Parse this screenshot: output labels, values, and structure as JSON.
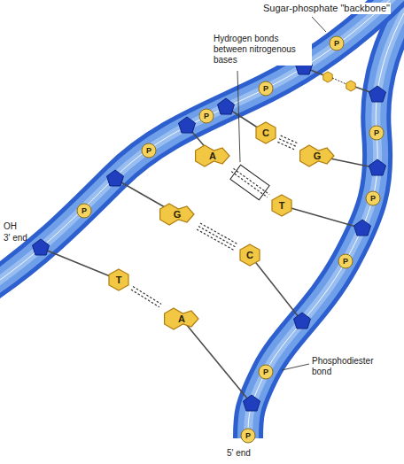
{
  "diagram": {
    "nodes": [
      {
        "text": [
          "P"
        ]
      },
      {
        "text": [
          "P"
        ]
      },
      {
        "text": [
          "P"
        ]
      },
      {
        "text": [
          "C"
        ]
      },
      {
        "text": [
          "P"
        ]
      },
      {
        "text": [
          "P"
        ]
      },
      {
        "text": [
          "A"
        ]
      },
      {
        "text": [
          "G"
        ]
      },
      {
        "text": [
          "P"
        ]
      },
      {
        "text": [
          "T"
        ]
      },
      {
        "text": [
          "P"
        ]
      },
      {
        "text": [
          "G"
        ]
      },
      {
        "text": [
          "C"
        ]
      },
      {
        "text": [
          "P"
        ]
      },
      {
        "text": [
          "T"
        ]
      },
      {
        "text": [
          "A"
        ]
      },
      {
        "text": [
          "P"
        ]
      },
      {
        "text": [
          "P"
        ]
      }
    ],
    "edges": [
      {
        "from": 3,
        "to": 7,
        "arrow": "none"
      },
      {
        "from": 6,
        "to": 9,
        "arrow": "none"
      },
      {
        "from": 11,
        "to": 12,
        "arrow": "none"
      },
      {
        "from": 14,
        "to": 15,
        "arrow": "none"
      }
    ],
    "labels": [
      "Sugar-phosphate \"backbone\"",
      "Hydrogen bonds between nitrogenous bases",
      "OH",
      "3' end",
      "Phosphodiester bond",
      "5' end"
    ]
  }
}
